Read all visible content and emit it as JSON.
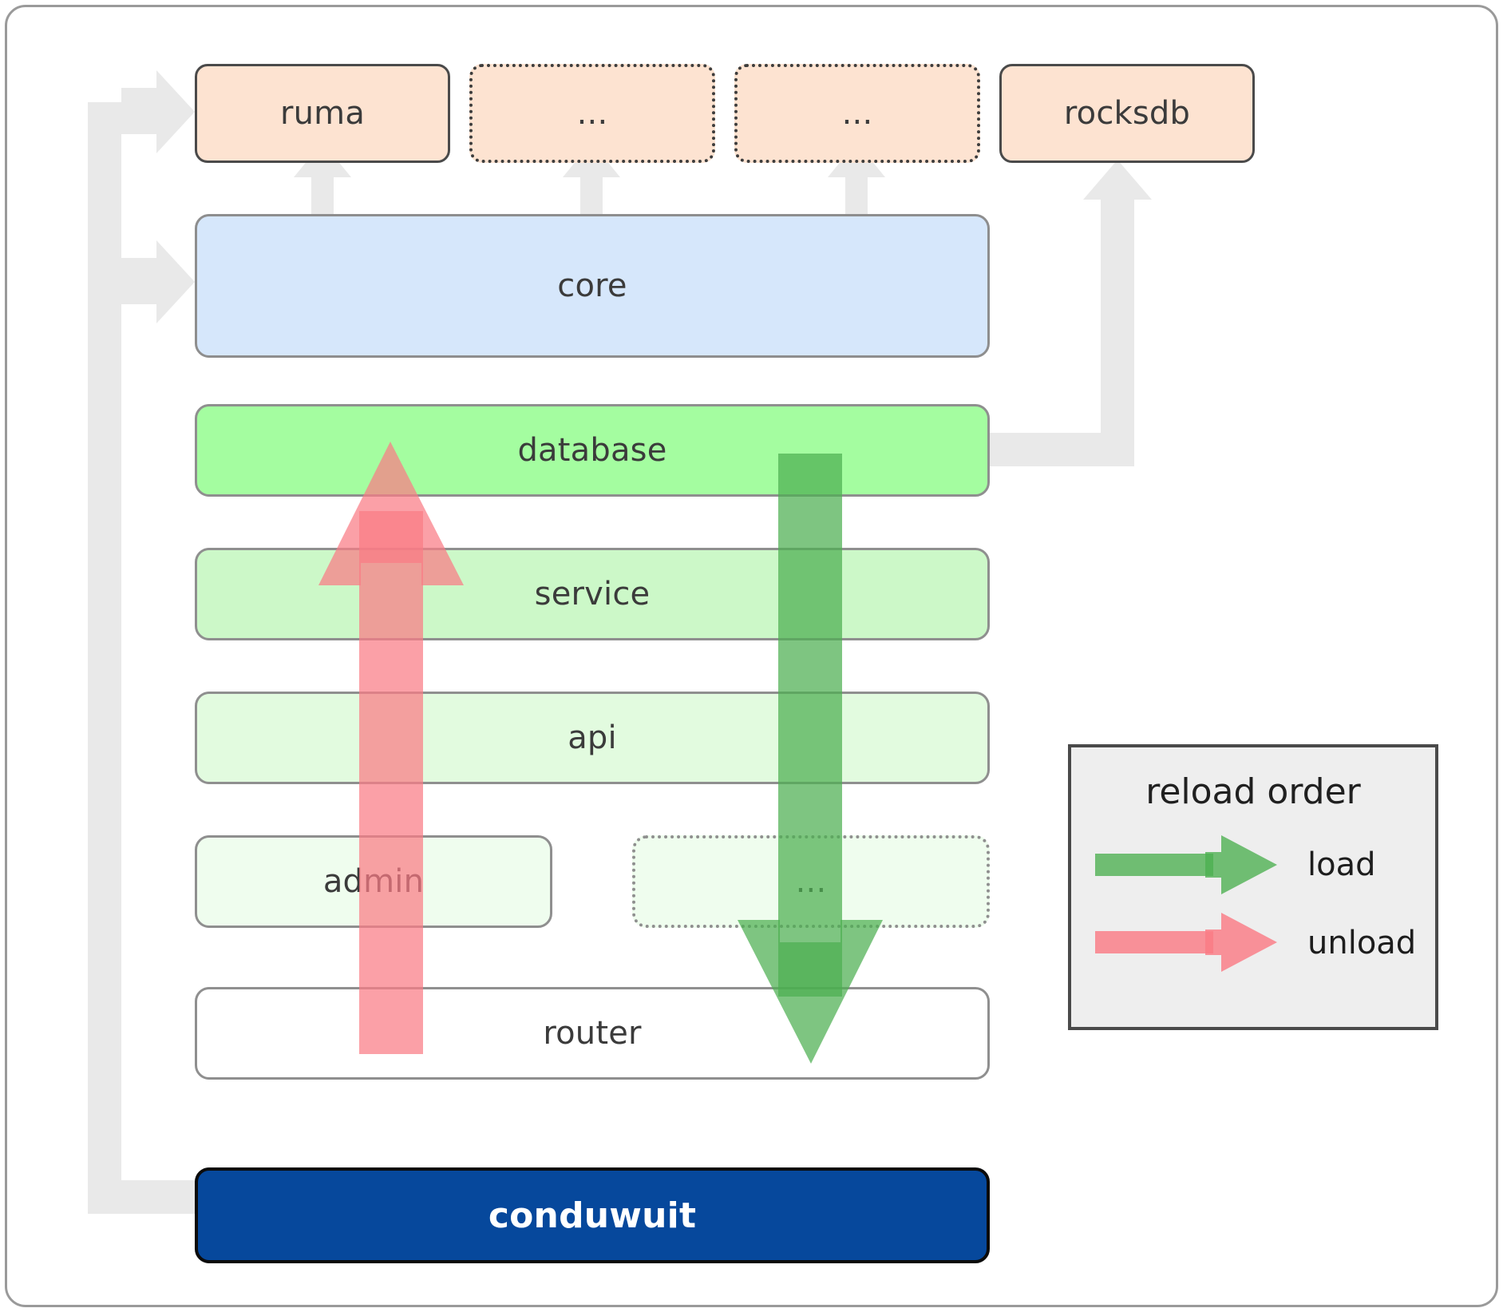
{
  "diagram": {
    "title": "conduwuit module / reload order architecture",
    "dependencies": [
      {
        "id": "ruma",
        "label": "ruma",
        "style": "solid"
      },
      {
        "id": "dep2",
        "label": "...",
        "style": "dotted"
      },
      {
        "id": "dep3",
        "label": "...",
        "style": "dotted"
      },
      {
        "id": "rocksdb",
        "label": "rocksdb",
        "style": "solid"
      }
    ],
    "core": {
      "id": "core",
      "label": "core"
    },
    "layers": [
      {
        "id": "database",
        "label": "database",
        "style": "solid",
        "fill": "#a4fda0"
      },
      {
        "id": "service",
        "label": "service",
        "style": "solid",
        "fill": "#ccf8c8"
      },
      {
        "id": "api",
        "label": "api",
        "style": "solid",
        "fill": "#e2fbdf"
      },
      {
        "id": "admin",
        "label": "admin",
        "style": "solid",
        "fill": "#effdee"
      },
      {
        "id": "more",
        "label": "...",
        "style": "dotted",
        "fill": "#effdee"
      },
      {
        "id": "router",
        "label": "router",
        "style": "solid",
        "fill": "#ffffff"
      }
    ],
    "app": {
      "id": "conduwuit",
      "label": "conduwuit"
    },
    "legend": {
      "title": "reload order",
      "items": [
        {
          "id": "load",
          "label": "load",
          "color": "#4caf50"
        },
        {
          "id": "unload",
          "label": "unload",
          "color": "#f8737f"
        }
      ]
    },
    "colors": {
      "dependency_fill": "#fde3d1",
      "core_fill": "#d6e7fb",
      "app_fill": "#06489c",
      "app_text": "#ffffff",
      "load_arrow": "#4caf50",
      "unload_arrow": "#fa7b85",
      "connector": "#e9e9e9",
      "legend_bg": "#eeeeee"
    }
  }
}
